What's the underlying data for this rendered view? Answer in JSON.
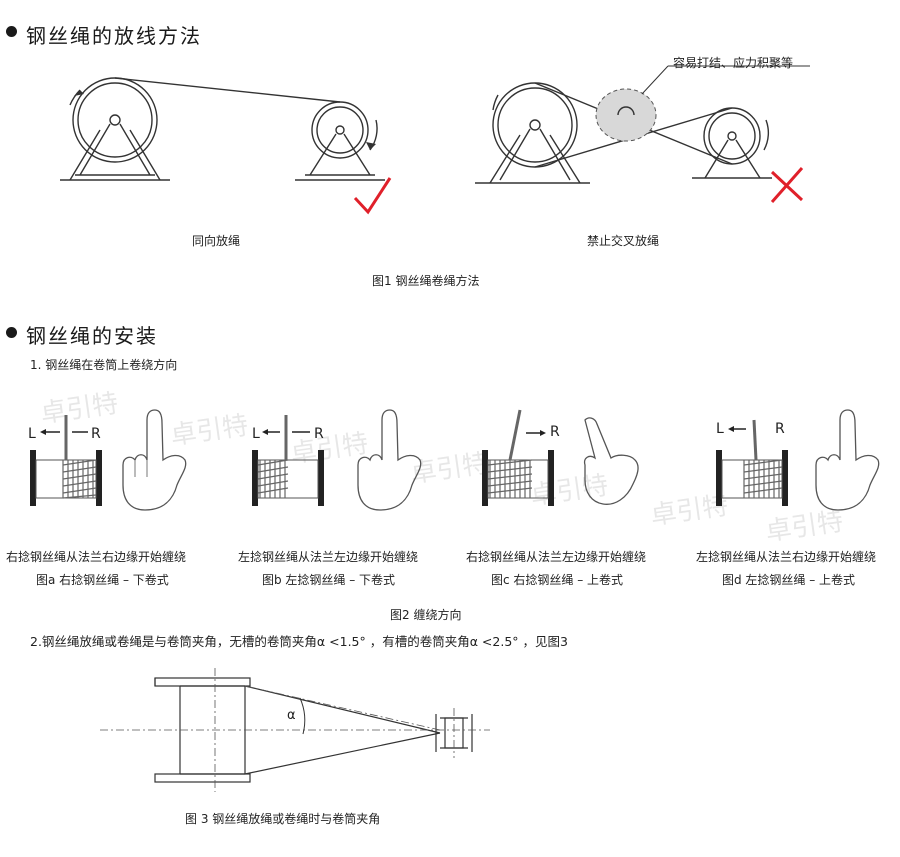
{
  "section1": {
    "title": "钢丝绳的放线方法",
    "left_label": "同向放绳",
    "right_label": "禁止交叉放绳",
    "callout": "容易打结、应力积聚等",
    "figure_caption": "图1 钢丝绳卷绳方法"
  },
  "section2": {
    "title": "钢丝绳的安装",
    "step1": "1. 钢丝绳在卷筒上卷绕方向",
    "figures": [
      {
        "left": "L",
        "right": "R",
        "desc": "右捻钢丝绳从法兰右边缘开始缠绕",
        "caption": "图a  右捻钢丝绳 – 下卷式"
      },
      {
        "left": "L",
        "right": "R",
        "desc": "左捻钢丝绳从法兰左边缘开始缠绕",
        "caption": "图b  左捻钢丝绳 – 下卷式"
      },
      {
        "right": "R",
        "desc": "右捻钢丝绳从法兰左边缘开始缠绕",
        "caption": "图c  右捻钢丝绳 – 上卷式"
      },
      {
        "left": "L",
        "right": "R",
        "desc": "左捻钢丝绳从法兰右边缘开始缠绕",
        "caption": "图d  左捻钢丝绳 – 上卷式"
      }
    ],
    "figure2_caption": "图2 缠绕方向",
    "step2": "2.钢丝绳放绳或卷绳是与卷筒夹角，无槽的卷筒夹角α <1.5° ，有槽的卷筒夹角α <2.5° ，见图3",
    "alpha_symbol": "α",
    "figure3_caption": "图 3 钢丝绳放绳或卷绳时与卷筒夹角"
  },
  "watermark": [
    "卓引特",
    "卓引特",
    "卓引特",
    "卓引特",
    "卓引特",
    "卓引特"
  ],
  "colors": {
    "check": "#e0202a",
    "cross": "#e0202a",
    "line": "#333333"
  }
}
